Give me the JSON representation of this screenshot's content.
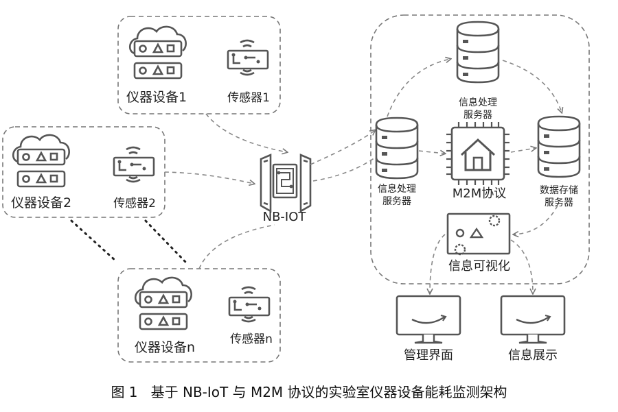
{
  "instruments": [
    {
      "device_label": "仪器设备1",
      "sensor_label": "传感器1"
    },
    {
      "device_label": "仪器设备2",
      "sensor_label": "传感器2"
    },
    {
      "device_label": "仪器设备n",
      "sensor_label": "传感器n"
    }
  ],
  "gateway_label": "NB-IOT",
  "servers": {
    "left": [
      "信息处理",
      "服务器"
    ],
    "top": [
      "信息处理",
      "服务器"
    ],
    "right": [
      "数据存储",
      "服务器"
    ]
  },
  "protocol_label": "M2M协议",
  "visualization_label": "信息可视化",
  "monitors": {
    "management": "管理界面",
    "display": "信息展示"
  },
  "caption": {
    "figure_number": "图 1",
    "title": "基于 NB-IoT 与 M2M 协议的实验室仪器设备能耗监测架构"
  }
}
